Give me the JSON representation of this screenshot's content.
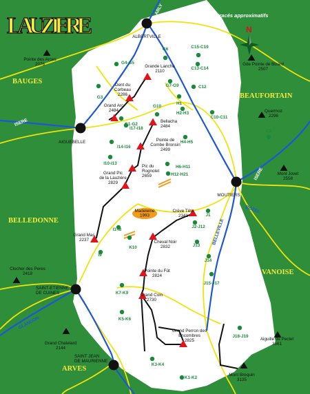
{
  "title": "LAUZIERE",
  "note": "tracés approximatifs",
  "compass": "N",
  "regions": [
    "BAUGES",
    "BEAUFORTAIN",
    "BELLEDONNE",
    "VANOISE",
    "ARVES"
  ],
  "rivers": {
    "arly": "ARLY",
    "isere_w": "ISERE",
    "isere_e": "ISERE",
    "bozel": "BOZEL",
    "belleville": "BELLEVILLE",
    "glandon": "GLANDON",
    "arc": "ARC"
  },
  "towns": {
    "albertville": "ALBERTVILLE",
    "aiguebelle": "AIGUEBELLE",
    "moutiers": "MOUTIERS",
    "st_etienne": [
      "SAINT-ETIENNE",
      "DE CUINES"
    ],
    "st_jean": [
      "SAINT JEAN",
      "DE MAURIENNE"
    ]
  },
  "summits": [
    {
      "id": "grande-lanche",
      "lines": [
        "Grande Lanche",
        "2110"
      ]
    },
    {
      "id": "dent-corbeau",
      "lines": [
        "Dent du",
        "Corbeau",
        "2286"
      ]
    },
    {
      "id": "grand-arc",
      "lines": [
        "Grand Arc",
        "2484"
      ]
    },
    {
      "id": "bellacha",
      "lines": [
        "Bellacha",
        "2484"
      ]
    },
    {
      "id": "combe-bronsin",
      "lines": [
        "Pointe de",
        "Combe Bronsin",
        "2499"
      ]
    },
    {
      "id": "rognolet",
      "lines": [
        "Pic du",
        "Rognolet",
        "2659"
      ]
    },
    {
      "id": "grand-pic",
      "lines": [
        "Grand Pic",
        "de la Lauzière",
        "2829"
      ]
    },
    {
      "id": "creve-tete",
      "lines": [
        "Crève Tête",
        "2341"
      ]
    },
    {
      "id": "grand-mas",
      "lines": [
        "Grand Mas",
        "2237"
      ]
    },
    {
      "id": "cheval-noir",
      "lines": [
        "Cheval Noir",
        "2832"
      ]
    },
    {
      "id": "pointe-fut",
      "lines": [
        "Pointe du Fût",
        "2824"
      ]
    },
    {
      "id": "grand-coin",
      "lines": [
        "Grand Coin",
        "2730"
      ]
    },
    {
      "id": "grand-perron",
      "lines": [
        "Grand Perron des",
        "Encombres",
        "2825"
      ]
    }
  ],
  "peaks": [
    {
      "id": "pointe-arces",
      "lines": [
        "Pointe des Arces",
        "2076"
      ]
    },
    {
      "id": "pointe-bizard",
      "lines": [
        "Gde Pointe de Bizard",
        "2507"
      ]
    },
    {
      "id": "quermoz",
      "lines": [
        "Quermoz",
        "2296"
      ]
    },
    {
      "id": "mont-jovet",
      "lines": [
        "Mont Jovet",
        "2558"
      ]
    },
    {
      "id": "clocher-peres",
      "lines": [
        "Clocher des Peres",
        "2418"
      ]
    },
    {
      "id": "grand-chatelard",
      "lines": [
        "Grand Chatelard",
        "2144"
      ]
    },
    {
      "id": "aiguille-peclet",
      "lines": [
        "Aiguille de Peclet",
        "3561"
      ]
    },
    {
      "id": "mont-brequin",
      "lines": [
        "Mont Brequin",
        "3135"
      ]
    }
  ],
  "pass": {
    "lines": [
      "Madeleine",
      "1993"
    ]
  },
  "routes": [
    "G6",
    "C15-C19",
    "G4-G5",
    "C13-C14",
    "G3",
    "G7-G9",
    "C12",
    "H1",
    "G10",
    "H2-H3",
    "C10-C11",
    "G1-G2",
    "I17-I18",
    "I14-I16",
    "C9",
    "H4-H5",
    "I10-I13",
    "H6-H11",
    "H12-H21",
    "J1",
    "I1-I8",
    "J2-J12",
    "K10",
    "J13",
    "I9",
    "J14",
    "J15-J17",
    "K7-K9",
    "K5-K6",
    "J18-J19",
    "K3-K4",
    "K1-K2"
  ]
}
